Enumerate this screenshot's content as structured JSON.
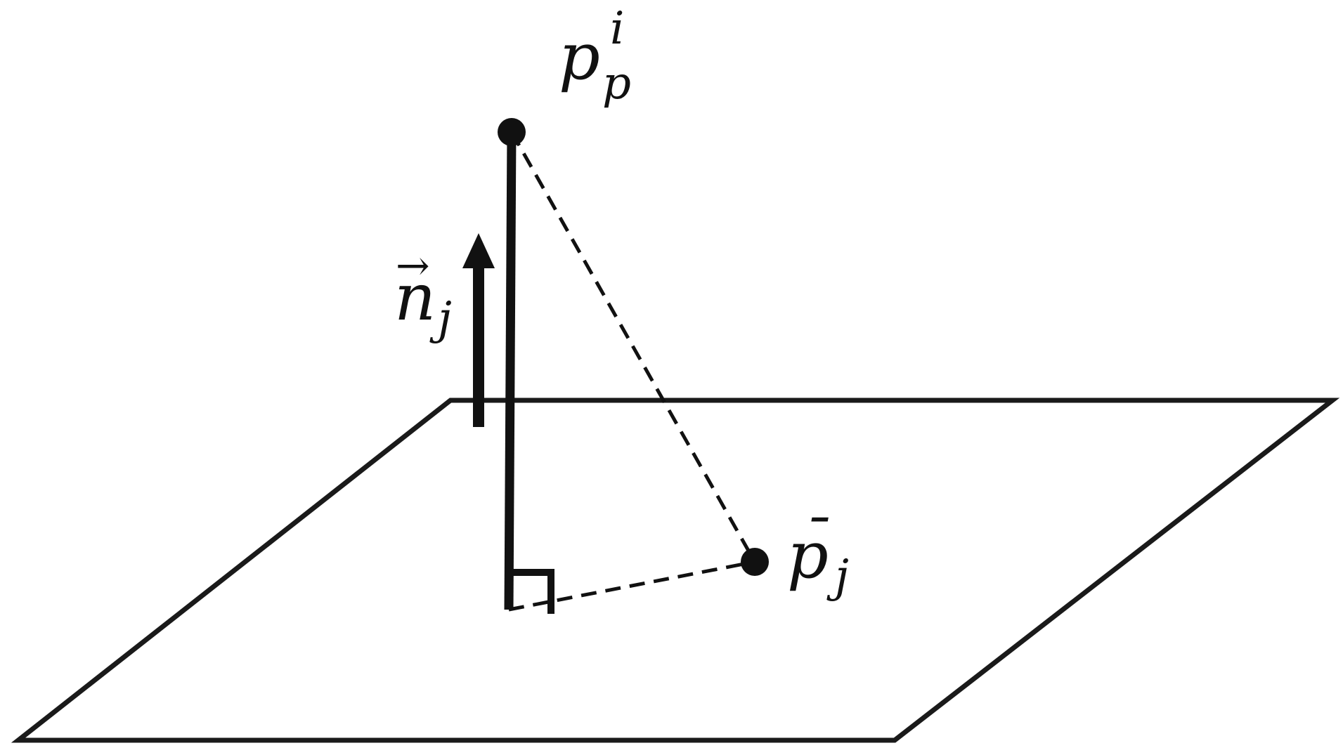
{
  "diagram": {
    "labels": {
      "point_upper": {
        "base": "p",
        "subscript": "p",
        "superscript": "i"
      },
      "normal": {
        "accent": "→",
        "base": "n",
        "subscript": "j"
      },
      "point_plane": {
        "accent": "¯",
        "base": "p",
        "subscript": "j"
      }
    },
    "colors": {
      "stroke": "#1a1a1a",
      "background": "#ffffff"
    }
  }
}
